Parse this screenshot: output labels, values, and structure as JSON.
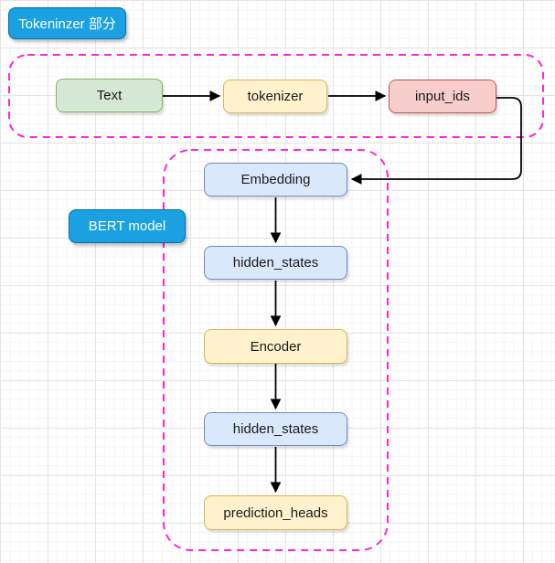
{
  "diagram": {
    "badges": {
      "tokenizer_section": "Tokeninzer 部分",
      "bert_model": "BERT model"
    },
    "nodes": {
      "text": "Text",
      "tokenizer": "tokenizer",
      "input_ids": "input_ids",
      "embedding": "Embedding",
      "hidden_states_1": "hidden_states",
      "encoder": "Encoder",
      "hidden_states_2": "hidden_states",
      "prediction_heads": "prediction_heads"
    },
    "groups": [
      {
        "label": "Tokeninzer 部分",
        "members": [
          "Text",
          "tokenizer",
          "input_ids"
        ]
      },
      {
        "label": "BERT model",
        "members": [
          "Embedding",
          "hidden_states",
          "Encoder",
          "hidden_states",
          "prediction_heads"
        ]
      }
    ],
    "edges": [
      {
        "from": "Text",
        "to": "tokenizer"
      },
      {
        "from": "tokenizer",
        "to": "input_ids"
      },
      {
        "from": "input_ids",
        "to": "Embedding"
      },
      {
        "from": "Embedding",
        "to": "hidden_states"
      },
      {
        "from": "hidden_states",
        "to": "Encoder"
      },
      {
        "from": "Encoder",
        "to": "hidden_states"
      },
      {
        "from": "hidden_states",
        "to": "prediction_heads"
      }
    ],
    "colors": {
      "badge_fill": "#1BA1E2",
      "badge_border": "#006EAF",
      "badge_text": "#FFFFFF",
      "green_fill": "#D5E8D4",
      "green_border": "#82B366",
      "yellow_fill": "#FFF2CC",
      "yellow_border": "#D6B656",
      "red_fill": "#F8CECC",
      "red_border": "#B85450",
      "blue_fill": "#DAE8FC",
      "blue_border": "#6C8EBF",
      "group_border": "#FF26D6",
      "edge_stroke": "#000000"
    }
  }
}
